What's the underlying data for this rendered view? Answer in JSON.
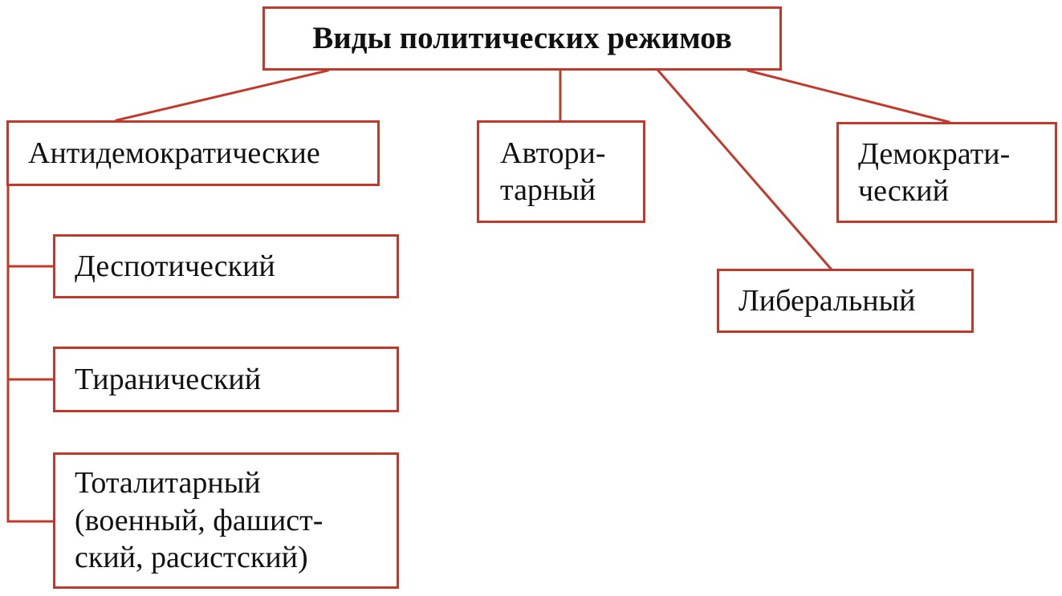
{
  "root": {
    "label": "Виды политических режимов"
  },
  "types": {
    "anti": {
      "label": "Антидемократические"
    },
    "authoritarian": {
      "line1": "Автори-",
      "line2": "тарный"
    },
    "democratic": {
      "line1": "Демократи-",
      "line2": "ческий"
    },
    "liberal": {
      "label": "Либеральный"
    }
  },
  "anti_subtypes": {
    "despotic": {
      "label": "Деспотический"
    },
    "tyrannical": {
      "label": "Тиранический"
    },
    "totalitarian": {
      "line1": "Тоталитарный",
      "line2": "(военный, фашист-",
      "line3": "ский, расистский)"
    }
  },
  "colors": {
    "border": "#c0392b",
    "text": "#111111",
    "background": "#ffffff"
  }
}
